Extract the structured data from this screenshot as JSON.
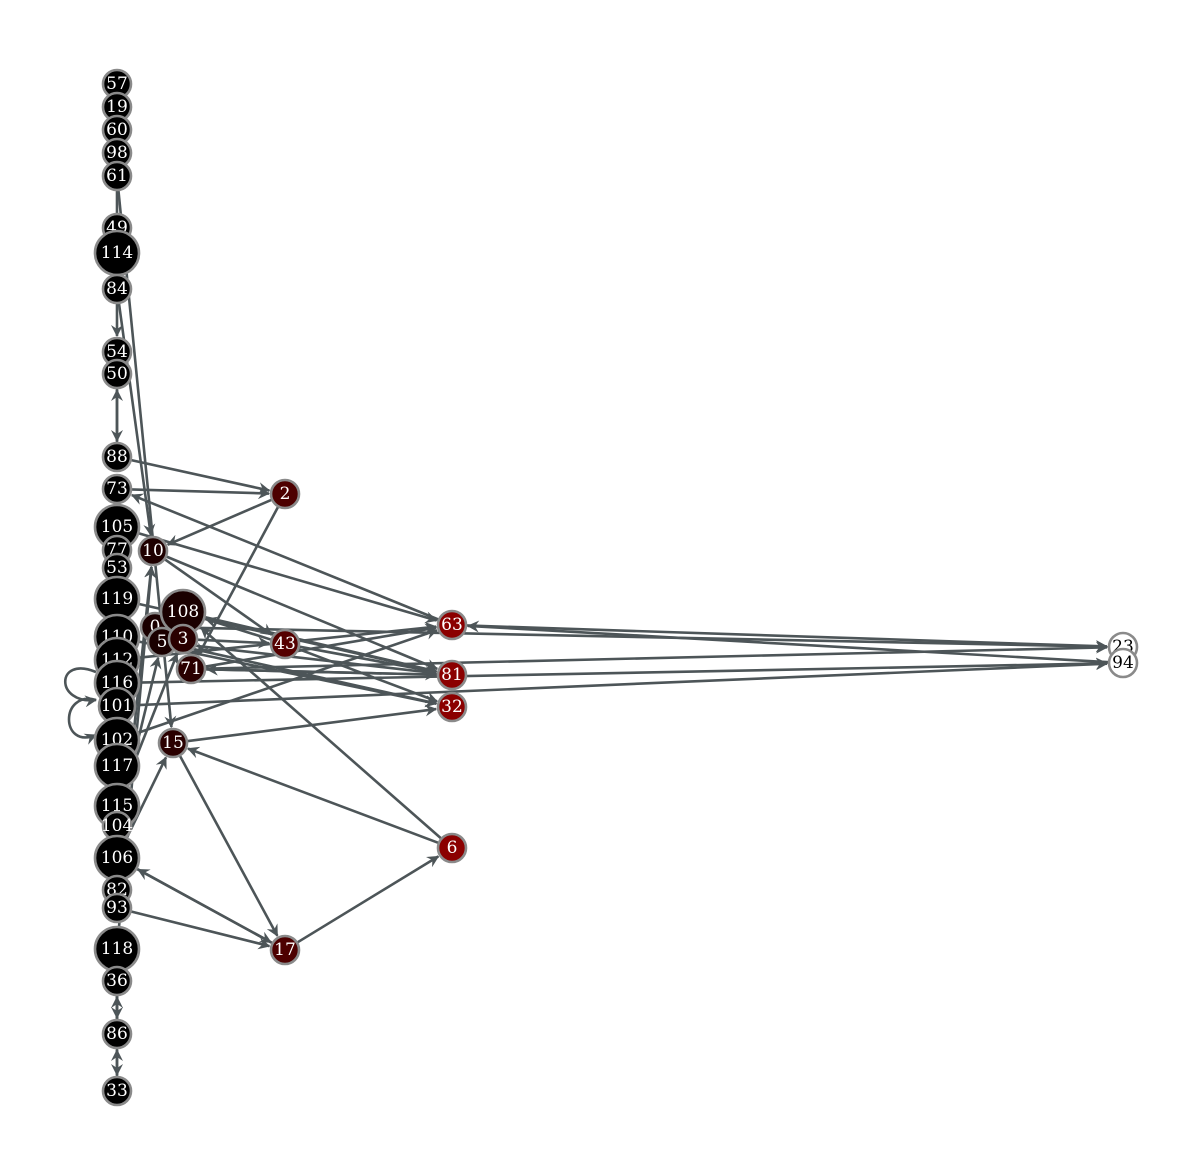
{
  "graph": {
    "edge_color": "#4d5558",
    "node_stroke": "#8a8a8a",
    "nodes": [
      {
        "id": "57",
        "fill": "#000000"
      },
      {
        "id": "19",
        "fill": "#000000"
      },
      {
        "id": "60",
        "fill": "#000000"
      },
      {
        "id": "98",
        "fill": "#000000"
      },
      {
        "id": "61",
        "fill": "#000000"
      },
      {
        "id": "49",
        "fill": "#000000"
      },
      {
        "id": "114",
        "fill": "#000000"
      },
      {
        "id": "84",
        "fill": "#000000"
      },
      {
        "id": "54",
        "fill": "#000000"
      },
      {
        "id": "50",
        "fill": "#000000"
      },
      {
        "id": "88",
        "fill": "#000000"
      },
      {
        "id": "73",
        "fill": "#000000"
      },
      {
        "id": "105",
        "fill": "#000000"
      },
      {
        "id": "77",
        "fill": "#000000"
      },
      {
        "id": "53",
        "fill": "#000000"
      },
      {
        "id": "119",
        "fill": "#000000"
      },
      {
        "id": "110",
        "fill": "#000000"
      },
      {
        "id": "112",
        "fill": "#000000"
      },
      {
        "id": "116",
        "fill": "#000000"
      },
      {
        "id": "101",
        "fill": "#000000"
      },
      {
        "id": "102",
        "fill": "#000000"
      },
      {
        "id": "117",
        "fill": "#000000"
      },
      {
        "id": "115",
        "fill": "#000000"
      },
      {
        "id": "104",
        "fill": "#000000"
      },
      {
        "id": "106",
        "fill": "#000000"
      },
      {
        "id": "82",
        "fill": "#000000"
      },
      {
        "id": "93",
        "fill": "#000000"
      },
      {
        "id": "118",
        "fill": "#000000"
      },
      {
        "id": "36",
        "fill": "#000000"
      },
      {
        "id": "86",
        "fill": "#000000"
      },
      {
        "id": "33",
        "fill": "#000000"
      },
      {
        "id": "10",
        "fill": "#1f0000"
      },
      {
        "id": "0",
        "fill": "#1a0000"
      },
      {
        "id": "108",
        "fill": "#1a0000"
      },
      {
        "id": "5",
        "fill": "#1a0000"
      },
      {
        "id": "3",
        "fill": "#2a0000"
      },
      {
        "id": "71",
        "fill": "#2a0000"
      },
      {
        "id": "15",
        "fill": "#2a0000"
      },
      {
        "id": "2",
        "fill": "#4d0000"
      },
      {
        "id": "43",
        "fill": "#550000"
      },
      {
        "id": "17",
        "fill": "#4d0000"
      },
      {
        "id": "63",
        "fill": "#8b0000"
      },
      {
        "id": "81",
        "fill": "#8b0000"
      },
      {
        "id": "32",
        "fill": "#8b0000"
      },
      {
        "id": "6",
        "fill": "#8b0000"
      },
      {
        "id": "23",
        "fill": "#ffffff"
      },
      {
        "id": "94",
        "fill": "#ffffff"
      }
    ],
    "edges": [
      [
        "57",
        "19"
      ],
      [
        "19",
        "60"
      ],
      [
        "60",
        "98"
      ],
      [
        "98",
        "61"
      ],
      [
        "61",
        "84"
      ],
      [
        "114",
        "84"
      ],
      [
        "49",
        "114"
      ],
      [
        "84",
        "54"
      ],
      [
        "54",
        "50"
      ],
      [
        "50",
        "88"
      ],
      [
        "88",
        "50"
      ],
      [
        "84",
        "10"
      ],
      [
        "61",
        "15"
      ],
      [
        "88",
        "2"
      ],
      [
        "73",
        "2"
      ],
      [
        "2",
        "10"
      ],
      [
        "2",
        "71"
      ],
      [
        "105",
        "63"
      ],
      [
        "63",
        "73"
      ],
      [
        "63",
        "23"
      ],
      [
        "94",
        "63"
      ],
      [
        "10",
        "43"
      ],
      [
        "10",
        "81"
      ],
      [
        "108",
        "81"
      ],
      [
        "43",
        "81"
      ],
      [
        "43",
        "108"
      ],
      [
        "3",
        "43"
      ],
      [
        "71",
        "81"
      ],
      [
        "81",
        "71"
      ],
      [
        "5",
        "81"
      ],
      [
        "119",
        "81"
      ],
      [
        "116",
        "94"
      ],
      [
        "101",
        "94"
      ],
      [
        "112",
        "63"
      ],
      [
        "0",
        "23"
      ],
      [
        "110",
        "32"
      ],
      [
        "15",
        "32"
      ],
      [
        "5",
        "32"
      ],
      [
        "71",
        "63"
      ],
      [
        "102",
        "63"
      ],
      [
        "43",
        "32"
      ],
      [
        "6",
        "15"
      ],
      [
        "6",
        "108"
      ],
      [
        "17",
        "6"
      ],
      [
        "15",
        "17"
      ],
      [
        "17",
        "106"
      ],
      [
        "106",
        "17"
      ],
      [
        "93",
        "17"
      ],
      [
        "118",
        "10"
      ],
      [
        "82",
        "10"
      ],
      [
        "104",
        "5"
      ],
      [
        "115",
        "3"
      ],
      [
        "106",
        "15"
      ],
      [
        "33",
        "86"
      ],
      [
        "86",
        "36"
      ],
      [
        "36",
        "33"
      ],
      [
        "118",
        "86"
      ],
      [
        "86",
        "118"
      ],
      [
        "101",
        "116"
      ],
      [
        "116",
        "102"
      ],
      [
        "102",
        "112"
      ],
      [
        "71",
        "23"
      ]
    ]
  }
}
